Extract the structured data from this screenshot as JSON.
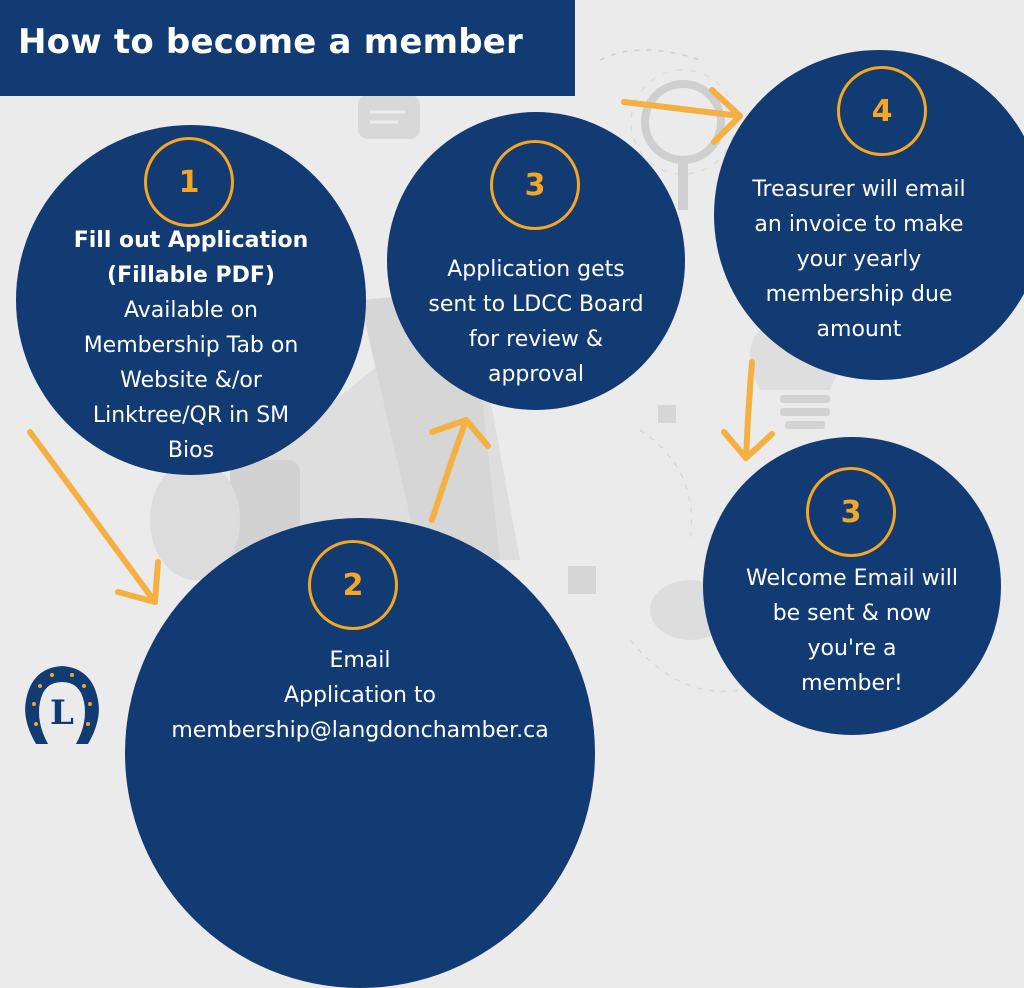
{
  "header": {
    "title": "How to become a member"
  },
  "steps": [
    {
      "number": "1",
      "bold_lines": [
        "Fill out Application",
        "(Fillable PDF)"
      ],
      "lines": [
        "Available on",
        "Membership Tab on",
        "Website &/or",
        "Linktree/QR in SM",
        "Bios"
      ]
    },
    {
      "number": "2",
      "lines": [
        "Email",
        "Application to",
        "membership@langdonchamber.ca"
      ]
    },
    {
      "number": "3",
      "lines": [
        "Application gets",
        "sent to LDCC Board",
        "for review &",
        "approval"
      ]
    },
    {
      "number": "4",
      "lines": [
        "Treasurer will email",
        "an invoice to make",
        "your yearly",
        "membership due",
        "amount"
      ]
    },
    {
      "number": "3",
      "lines": [
        "Welcome Email will",
        "be sent & now",
        "you're a",
        "member!"
      ]
    }
  ],
  "logo": {
    "letter": "L"
  },
  "colors": {
    "navy": "#123a73",
    "accent": "#f5a623",
    "background": "#ebebeb"
  }
}
